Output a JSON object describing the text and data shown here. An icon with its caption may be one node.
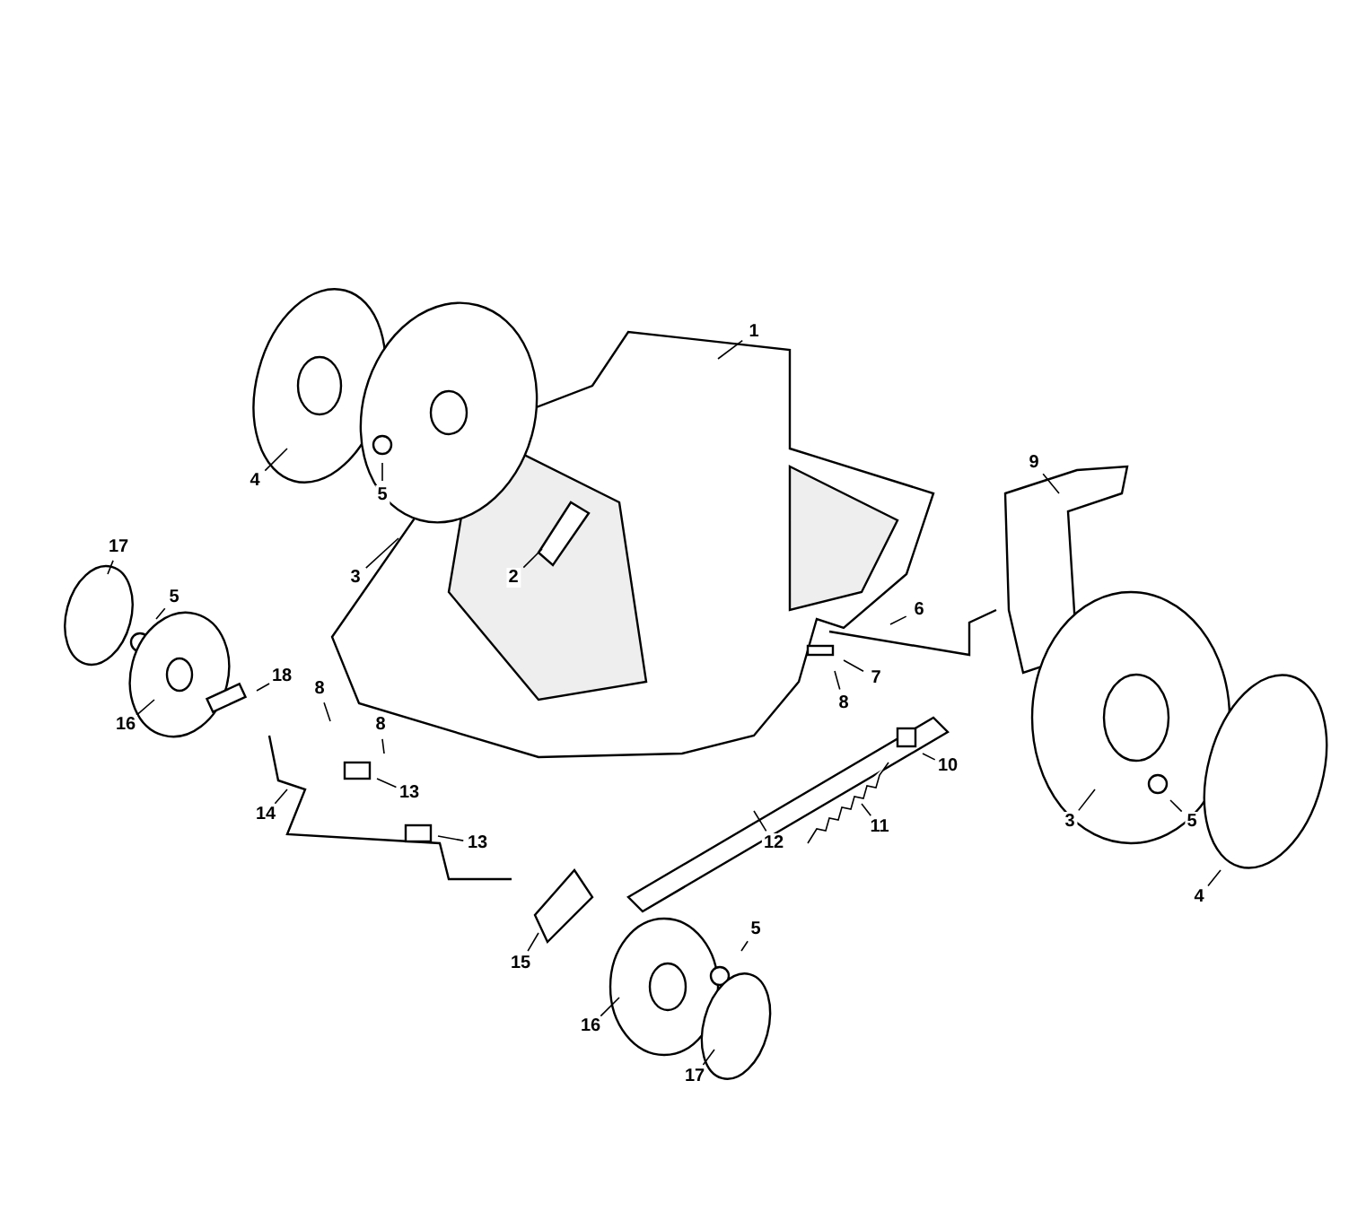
{
  "diagram": {
    "nodes": [
      {
        "text": [
          "1"
        ]
      },
      {
        "text": [
          "9"
        ]
      },
      {
        "text": [
          "4"
        ]
      },
      {
        "text": [
          "5"
        ]
      },
      {
        "text": [
          "17"
        ]
      },
      {
        "text": [
          "2"
        ]
      },
      {
        "text": [
          "3"
        ]
      },
      {
        "text": [
          "5"
        ]
      },
      {
        "text": [
          "6"
        ]
      },
      {
        "text": [
          "18"
        ]
      },
      {
        "text": [
          "7"
        ]
      },
      {
        "text": [
          "8"
        ]
      },
      {
        "text": [
          "16"
        ]
      },
      {
        "text": [
          "8"
        ]
      },
      {
        "text": [
          "10"
        ]
      },
      {
        "text": [
          "8"
        ]
      },
      {
        "text": [
          "13"
        ]
      },
      {
        "text": [
          "3"
        ]
      },
      {
        "text": [
          "5"
        ]
      },
      {
        "text": [
          "14"
        ]
      },
      {
        "text": [
          "11"
        ]
      },
      {
        "text": [
          "13"
        ]
      },
      {
        "text": [
          "12"
        ]
      },
      {
        "text": [
          "4"
        ]
      },
      {
        "text": [
          "15"
        ]
      },
      {
        "text": [
          "5"
        ]
      },
      {
        "text": [
          "16"
        ]
      },
      {
        "text": [
          "17"
        ]
      }
    ],
    "edges": [
      {
        "from": 0,
        "to": null,
        "arrow": "none"
      },
      {
        "from": 1,
        "to": null,
        "arrow": "none"
      },
      {
        "from": 2,
        "to": null,
        "arrow": "none"
      },
      {
        "from": 3,
        "to": null,
        "arrow": "none"
      },
      {
        "from": 4,
        "to": null,
        "arrow": "none"
      },
      {
        "from": 5,
        "to": null,
        "arrow": "none"
      },
      {
        "from": 6,
        "to": null,
        "arrow": "none"
      },
      {
        "from": 7,
        "to": null,
        "arrow": "none"
      },
      {
        "from": 8,
        "to": null,
        "arrow": "none"
      },
      {
        "from": 9,
        "to": null,
        "arrow": "none"
      },
      {
        "from": 10,
        "to": null,
        "arrow": "none"
      },
      {
        "from": 11,
        "to": null,
        "arrow": "none"
      },
      {
        "from": 12,
        "to": null,
        "arrow": "none"
      },
      {
        "from": 13,
        "to": null,
        "arrow": "none"
      },
      {
        "from": 14,
        "to": null,
        "arrow": "none"
      },
      {
        "from": 15,
        "to": null,
        "arrow": "none"
      },
      {
        "from": 16,
        "to": null,
        "arrow": "none"
      },
      {
        "from": 17,
        "to": null,
        "arrow": "none"
      },
      {
        "from": 18,
        "to": null,
        "arrow": "none"
      },
      {
        "from": 19,
        "to": null,
        "arrow": "none"
      },
      {
        "from": 20,
        "to": null,
        "arrow": "none"
      },
      {
        "from": 21,
        "to": null,
        "arrow": "none"
      },
      {
        "from": 22,
        "to": null,
        "arrow": "none"
      },
      {
        "from": 23,
        "to": null,
        "arrow": "none"
      },
      {
        "from": 24,
        "to": null,
        "arrow": "none"
      },
      {
        "from": 25,
        "to": null,
        "arrow": "none"
      },
      {
        "from": 26,
        "to": null,
        "arrow": "none"
      },
      {
        "from": 27,
        "to": null,
        "arrow": "none"
      }
    ]
  }
}
